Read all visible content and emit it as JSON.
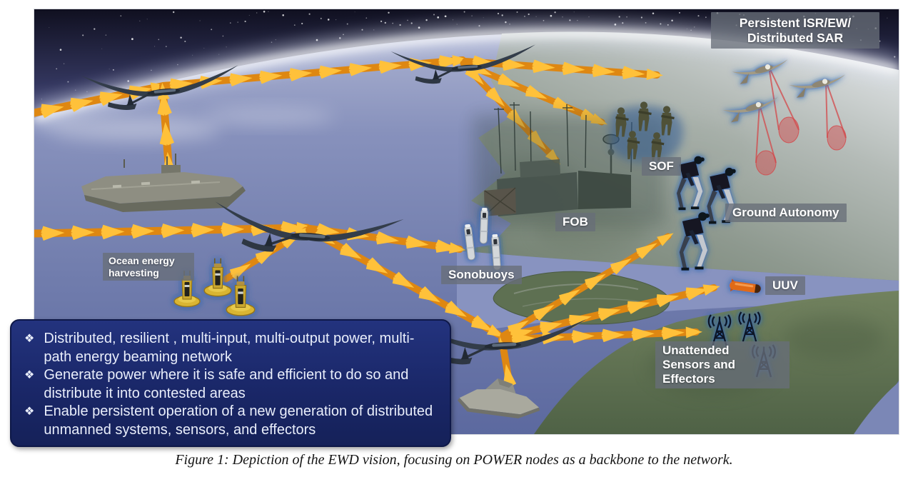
{
  "figure": {
    "caption": "Figure 1: Depiction of the EWD vision, focusing on POWER nodes as a backbone to the network."
  },
  "callout": {
    "bullet_char": "❖",
    "bullets": [
      "Distributed, resilient , multi-input, multi-output power, multi-path energy beaming network",
      "Generate power where it is safe and efficient to do so and distribute it into contested areas",
      "Enable persistent operation of a new generation of distributed unmanned systems, sensors, and effectors"
    ]
  },
  "labels": {
    "persistent_isr_line1": "Persistent ISR/EW/",
    "persistent_isr_line2": "Distributed SAR",
    "sof": "SOF",
    "fob": "FOB",
    "ground_autonomy": "Ground Autonomy",
    "sonobuoys": "Sonobuoys",
    "uuv": "UUV",
    "unattended_line1": "Unattended",
    "unattended_line2": "Sensors and",
    "unattended_line3": "Effectors",
    "ocean_energy_line1": "Ocean energy",
    "ocean_energy_line2": "harvesting"
  },
  "colors": {
    "beam_dark": "#DE8712",
    "beam_light": "#FFC13A",
    "callout_bg": "#1A2768",
    "label_bg": "rgba(104,110,121,0.78)",
    "sar_red": "#D4484A"
  },
  "icons": [
    "power-uav-icon",
    "isr-uav-icon",
    "aircraft-carrier-icon",
    "destroyer-icon",
    "energy-buoy-icon",
    "sonobuoy-icon",
    "soldier-icon",
    "fob-structure-icon",
    "ground-robot-icon",
    "uuv-icon",
    "radio-tower-icon",
    "sar-footprint",
    "energy-beam"
  ]
}
